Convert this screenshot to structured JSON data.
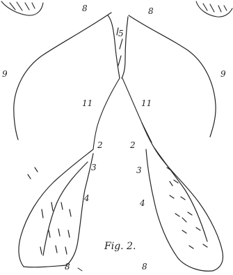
{
  "figure": {
    "caption": "Fig. 2.",
    "labels": {
      "top_left_8": "8",
      "top_right_8": "8",
      "center_5": "5",
      "left_9": "9",
      "right_9": "9",
      "left_11": "11",
      "right_11": "11",
      "left_2": "2",
      "center_2": "2",
      "left_3": "3",
      "center_3": "3",
      "left_4": "4",
      "center_4": "4",
      "bottom_left_8": "8",
      "bottom_right_8": "8"
    }
  }
}
